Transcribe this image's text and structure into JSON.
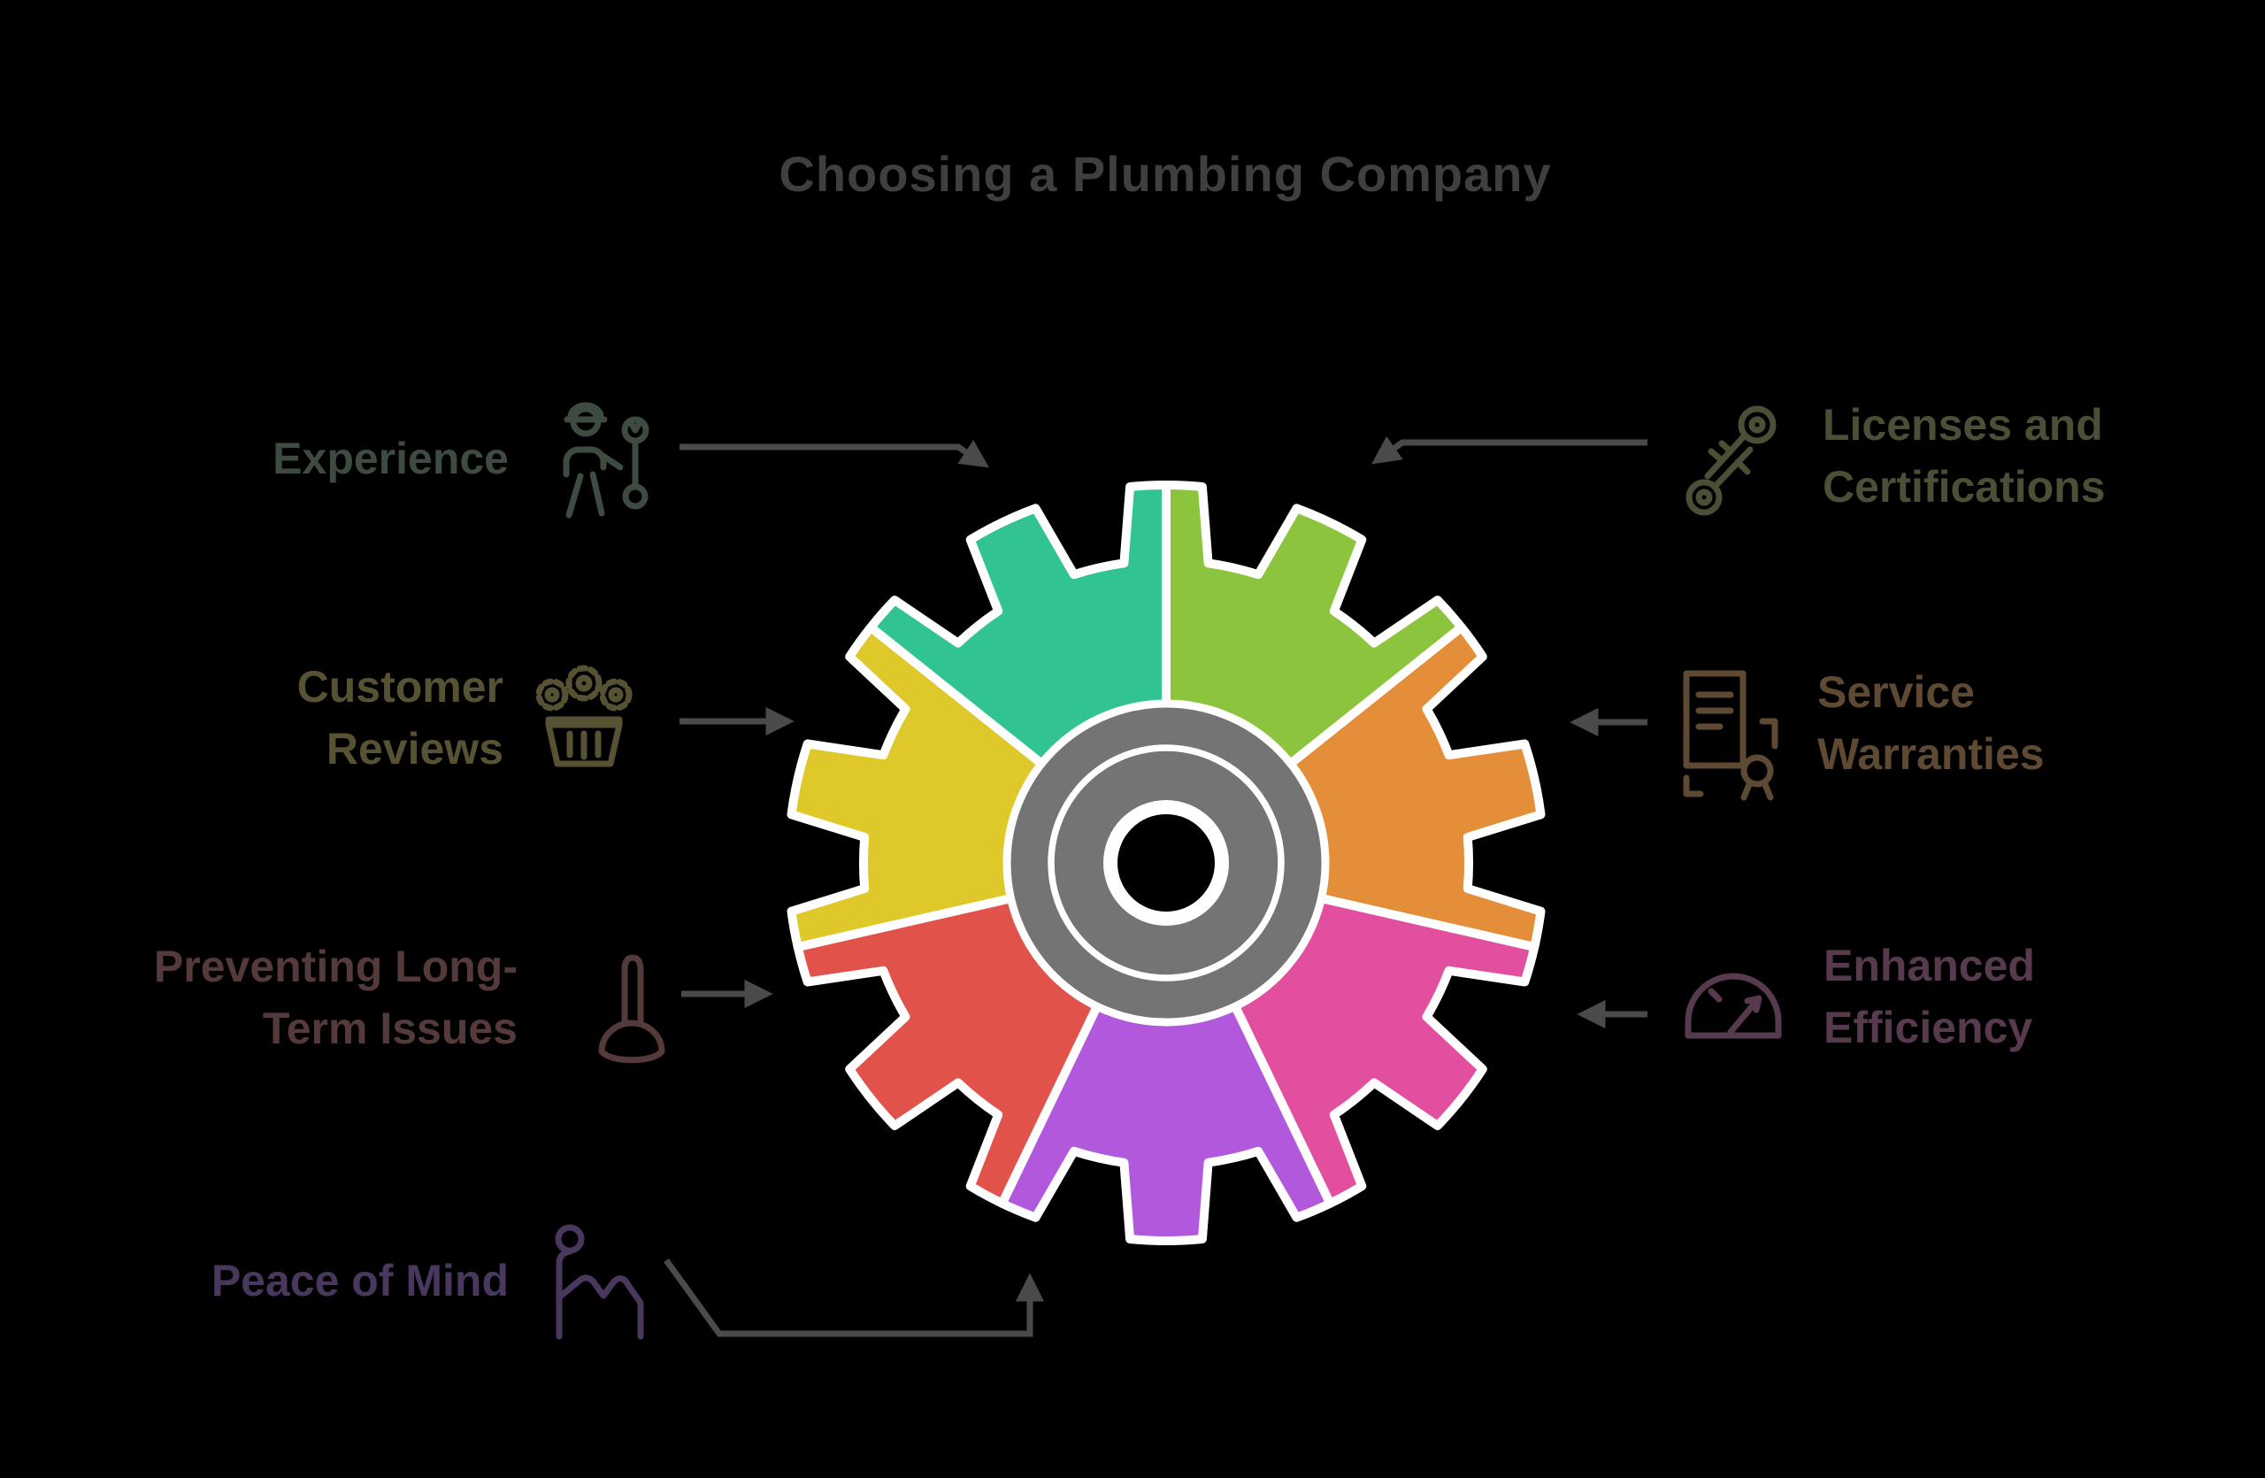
{
  "title": "Choosing a Plumbing Company",
  "colors": {
    "background": "#000000",
    "title": "#3F3F3F",
    "arrow": "#4A4A4A",
    "gear_outline": "#FFFFFF",
    "gear_center": "#747474"
  },
  "gear": {
    "segments": [
      {
        "name": "light-green",
        "color": "#8CC43D",
        "linked_label": "Licenses and Certifications"
      },
      {
        "name": "orange",
        "color": "#E58E3A",
        "linked_label": "Service Warranties"
      },
      {
        "name": "pink",
        "color": "#E24F9E",
        "linked_label": "Enhanced Efficiency"
      },
      {
        "name": "purple",
        "color": "#B158DD",
        "linked_label": "Peace of Mind"
      },
      {
        "name": "red",
        "color": "#E0524A",
        "linked_label": "Preventing Long-Term Issues"
      },
      {
        "name": "yellow",
        "color": "#DFC829",
        "linked_label": "Customer Reviews"
      },
      {
        "name": "teal",
        "color": "#31C492",
        "linked_label": "Experience"
      }
    ]
  },
  "items": {
    "experience": {
      "line1": "Experience",
      "line2": "",
      "color": "#3E4B41",
      "icon": "plumber-with-wrench"
    },
    "licenses": {
      "line1": "Licenses and",
      "line2": "Certifications",
      "color": "#4A4F36",
      "icon": "crossed-keys"
    },
    "customer": {
      "line1": "Customer",
      "line2": "Reviews",
      "color": "#575233",
      "icon": "gears-basket"
    },
    "warranties": {
      "line1": "Service",
      "line2": "Warranties",
      "color": "#5E4A33",
      "icon": "contract-seal"
    },
    "preventing": {
      "line1": "Preventing Long-",
      "line2": "Term Issues",
      "color": "#553A3C",
      "icon": "plunger"
    },
    "efficiency": {
      "line1": "Enhanced",
      "line2": "Efficiency",
      "color": "#583A4F",
      "icon": "gauge"
    },
    "peace": {
      "line1": "Peace of Mind",
      "line2": "",
      "color": "#49375E",
      "icon": "person-relaxing"
    }
  }
}
